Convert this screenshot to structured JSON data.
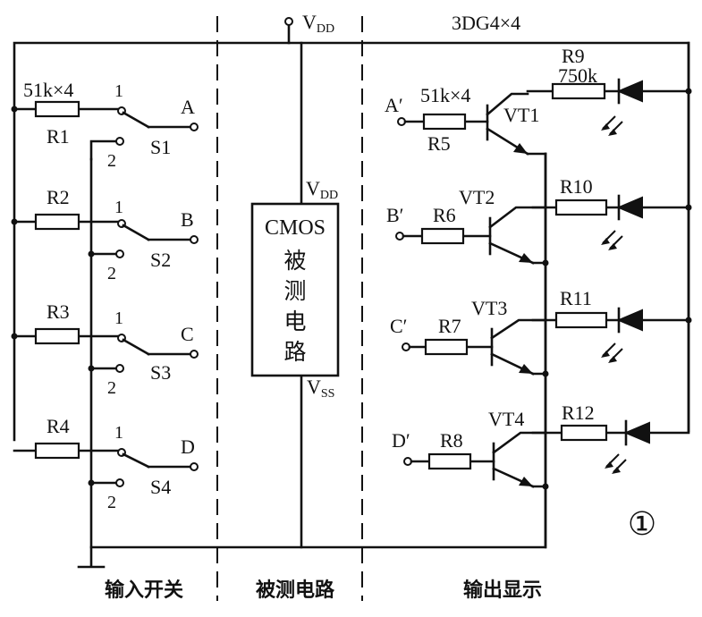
{
  "labels": {
    "vdd_top": "V",
    "vdd_top_sub": "DD",
    "vdd_ic": "V",
    "vdd_ic_sub": "DD",
    "vss": "V",
    "vss_sub": "SS",
    "transistor_type": "3DG4×4",
    "r_input_value": "51k×4",
    "r_base_value": "51k×4",
    "r_led_value": "750k",
    "figure_number": "①"
  },
  "ic": {
    "name": "CMOS",
    "text_lines": [
      "被",
      "测",
      "电",
      "路"
    ]
  },
  "inputs": [
    {
      "resistor": "R1",
      "switch": "S1",
      "output": "A",
      "pos1": "1",
      "pos2": "2"
    },
    {
      "resistor": "R2",
      "switch": "S2",
      "output": "B",
      "pos1": "1",
      "pos2": "2"
    },
    {
      "resistor": "R3",
      "switch": "S3",
      "output": "C",
      "pos1": "1",
      "pos2": "2"
    },
    {
      "resistor": "R4",
      "switch": "S4",
      "output": "D",
      "pos1": "1",
      "pos2": "2"
    }
  ],
  "outputs": [
    {
      "input": "A′",
      "base_resistor": "R5",
      "transistor": "VT1",
      "led_resistor": "R9"
    },
    {
      "input": "B′",
      "base_resistor": "R6",
      "transistor": "VT2",
      "led_resistor": "R10"
    },
    {
      "input": "C′",
      "base_resistor": "R7",
      "transistor": "VT3",
      "led_resistor": "R11"
    },
    {
      "input": "D′",
      "base_resistor": "R8",
      "transistor": "VT4",
      "led_resistor": "R12"
    }
  ],
  "sections": {
    "input": "输入开关",
    "circuit": "被测电路",
    "output": "输出显示"
  }
}
